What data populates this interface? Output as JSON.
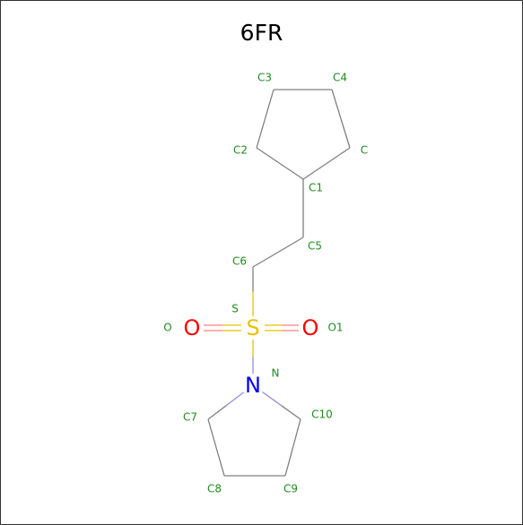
{
  "title": "6FR",
  "colors": {
    "bond": "#808080",
    "carbon_label": "#1f8b1f",
    "sulfur": "#e6c200",
    "oxygen": "#ff0000",
    "nitrogen": "#0000ff",
    "oxygen_bond": "#ff8080",
    "sulfur_bond": "#e6c200",
    "nitrogen_bond": "#9090e0"
  },
  "atoms": [
    {
      "id": "C3",
      "label": "C3",
      "element": "C"
    },
    {
      "id": "C4",
      "label": "C4",
      "element": "C"
    },
    {
      "id": "C2",
      "label": "C2",
      "element": "C"
    },
    {
      "id": "C",
      "label": "C",
      "element": "C"
    },
    {
      "id": "C1",
      "label": "C1",
      "element": "C"
    },
    {
      "id": "C5",
      "label": "C5",
      "element": "C"
    },
    {
      "id": "C6",
      "label": "C6",
      "element": "C"
    },
    {
      "id": "S",
      "label": "S",
      "element": "S"
    },
    {
      "id": "O",
      "label": "O",
      "element": "O"
    },
    {
      "id": "O1",
      "label": "O1",
      "element": "O"
    },
    {
      "id": "N",
      "label": "N",
      "element": "N"
    },
    {
      "id": "C7",
      "label": "C7",
      "element": "C"
    },
    {
      "id": "C10",
      "label": "C10",
      "element": "C"
    },
    {
      "id": "C8",
      "label": "C8",
      "element": "C"
    },
    {
      "id": "C9",
      "label": "C9",
      "element": "C"
    }
  ],
  "bonds": [
    {
      "a": "C3",
      "b": "C4",
      "order": 1
    },
    {
      "a": "C4",
      "b": "C",
      "order": 1
    },
    {
      "a": "C",
      "b": "C1",
      "order": 1
    },
    {
      "a": "C1",
      "b": "C2",
      "order": 1
    },
    {
      "a": "C2",
      "b": "C3",
      "order": 1
    },
    {
      "a": "C1",
      "b": "C5",
      "order": 1
    },
    {
      "a": "C5",
      "b": "C6",
      "order": 1
    },
    {
      "a": "C6",
      "b": "S",
      "order": 1
    },
    {
      "a": "S",
      "b": "O",
      "order": 2
    },
    {
      "a": "S",
      "b": "O1",
      "order": 2
    },
    {
      "a": "S",
      "b": "N",
      "order": 1
    },
    {
      "a": "N",
      "b": "C7",
      "order": 1
    },
    {
      "a": "C7",
      "b": "C8",
      "order": 1
    },
    {
      "a": "C8",
      "b": "C9",
      "order": 1
    },
    {
      "a": "C9",
      "b": "C10",
      "order": 1
    },
    {
      "a": "C10",
      "b": "N",
      "order": 1
    }
  ],
  "element_symbols": {
    "S": "S",
    "O": "O",
    "N": "N"
  }
}
